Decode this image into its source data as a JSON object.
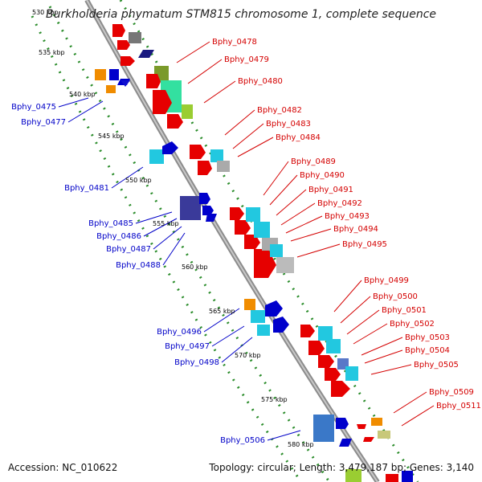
{
  "title": "Burkholderia phymatum STM815 chromosome 1, complete sequence",
  "accession": "Accession: NC_010622",
  "topology": "Topology: circular; Length: 3,479,187 bp; Genes: 3,140",
  "ticks": [
    "530 kbp",
    "535 kbp",
    "540 kbp",
    "545 kbp",
    "550 kbp",
    "555 kbp",
    "560 kbp",
    "565 kbp",
    "570 kbp",
    "575 kbp",
    "580 kbp"
  ],
  "genes_right": [
    "Bphy_0478",
    "Bphy_0479",
    "Bphy_0480",
    "Bphy_0482",
    "Bphy_0483",
    "Bphy_0484",
    "Bphy_0489",
    "Bphy_0490",
    "Bphy_0491",
    "Bphy_0492",
    "Bphy_0493",
    "Bphy_0494",
    "Bphy_0495",
    "Bphy_0499",
    "Bphy_0500",
    "Bphy_0501",
    "Bphy_0502",
    "Bphy_0503",
    "Bphy_0504",
    "Bphy_0505",
    "Bphy_0509",
    "Bphy_0511"
  ],
  "genes_left": [
    "Bphy_0475",
    "Bphy_0477",
    "Bphy_0481",
    "Bphy_0485",
    "Bphy_0486",
    "Bphy_0487",
    "Bphy_0488",
    "Bphy_0496",
    "Bphy_0497",
    "Bphy_0498",
    "Bphy_0506"
  ],
  "colors": {
    "forward_label": "#d40000",
    "reverse_label": "#0000c8",
    "backbone": "#999999",
    "guide": "#2a8c2a"
  }
}
